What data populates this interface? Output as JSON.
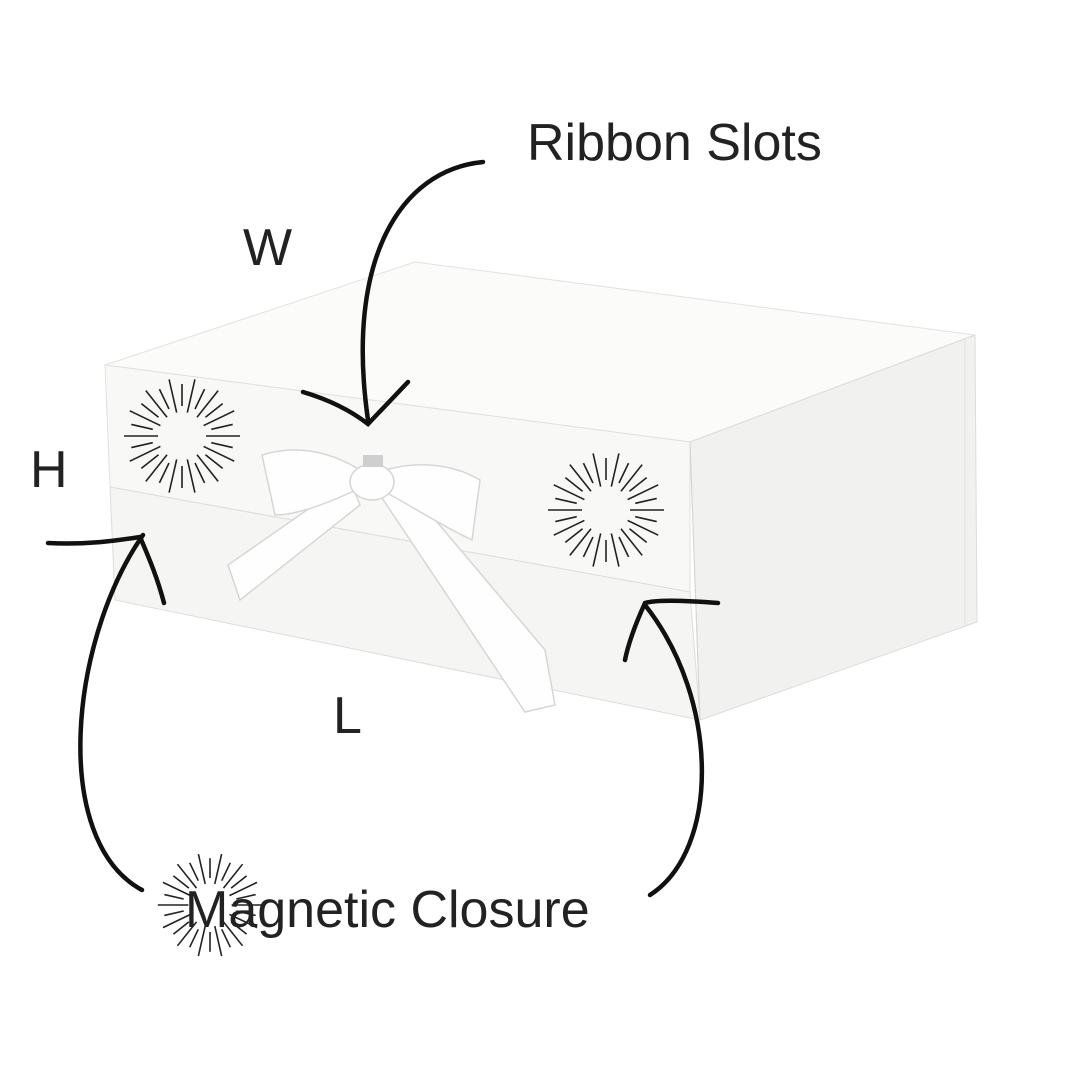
{
  "labels": {
    "ribbon_slots": "Ribbon Slots",
    "width": "W",
    "height": "H",
    "length": "L",
    "magnetic_closure": "Magnetic Closure"
  },
  "colors": {
    "text": "#222222",
    "box": "#f7f7f5",
    "edge": "#d8d8d6",
    "ink": "#111111"
  }
}
